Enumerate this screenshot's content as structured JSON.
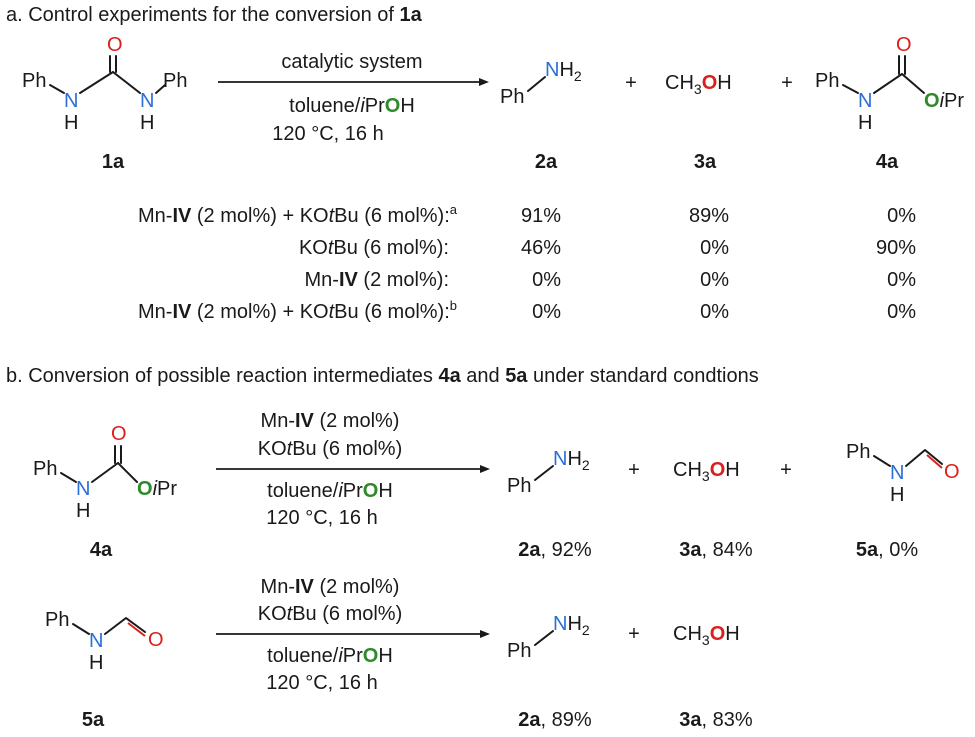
{
  "section_a": {
    "letter": "a. Control experiments for the conversion of ",
    "compound": "1a"
  },
  "section_b": {
    "letter": "b. Conversion of possible reaction intermediates ",
    "c1": "4a",
    "and": " and ",
    "c2": "5a",
    "tail": " under standard condtions"
  },
  "labels": {
    "l1a": "1a",
    "l2a": "2a",
    "l3a": "3a",
    "l4a": "4a",
    "l5a": "5a"
  },
  "atoms": {
    "Ph": "Ph",
    "N": "N",
    "H": "H",
    "O": "O",
    "H2": "2",
    "NH": "NH",
    "CH": "CH",
    "three": "3",
    "OH_H": "H",
    "iPr": "Pr",
    "i": "i"
  },
  "reaction_a": {
    "above": "catalytic system",
    "below1_pre": "toluene/",
    "below1_i": "i",
    "below1_pr": "Pr",
    "below1_o": "O",
    "below1_h": "H",
    "below2": "120 °C, 16 h"
  },
  "reaction_b": {
    "cat_pre": "Mn-",
    "cat_iv": "IV",
    "cat_post": " (2 mol%)",
    "base_pre": "KO",
    "base_t": "t",
    "base_post": "Bu (6 mol%)",
    "solv_pre": "toluene/",
    "solv_i": "i",
    "solv_pr": "Pr",
    "solv_o": "O",
    "solv_h": "H",
    "cond": "120 °C, 16 h"
  },
  "plus": "+",
  "table": {
    "rows": [
      {
        "mn": "Mn-",
        "iv": "IV",
        "mnpost": " (2 mol%) + KO",
        "t": "t",
        "bu": "Bu (6 mol%):",
        "sup": "a",
        "v2a": "91%",
        "v3a": "89%",
        "v4a": "0%"
      },
      {
        "kot": "KO",
        "t": "t",
        "bu": "Bu (6 mol%):",
        "v2a": "46%",
        "v3a": "0%",
        "v4a": "90%"
      },
      {
        "mn": "Mn-",
        "iv": "IV",
        "mnpost": " (2 mol%):",
        "v2a": "0%",
        "v3a": "0%",
        "v4a": "0%"
      },
      {
        "mn": "Mn-",
        "iv": "IV",
        "mnpost": " (2 mol%) + KO",
        "t": "t",
        "bu": "Bu (6 mol%):",
        "sup": "b",
        "v2a": "0%",
        "v3a": "0%",
        "v4a": "0%"
      }
    ]
  },
  "yields_b1": {
    "y2a": ", 92%",
    "y3a": ", 84%",
    "y5a": ", 0%"
  },
  "yields_b2": {
    "y2a": ", 89%",
    "y3a": ", 83%"
  }
}
